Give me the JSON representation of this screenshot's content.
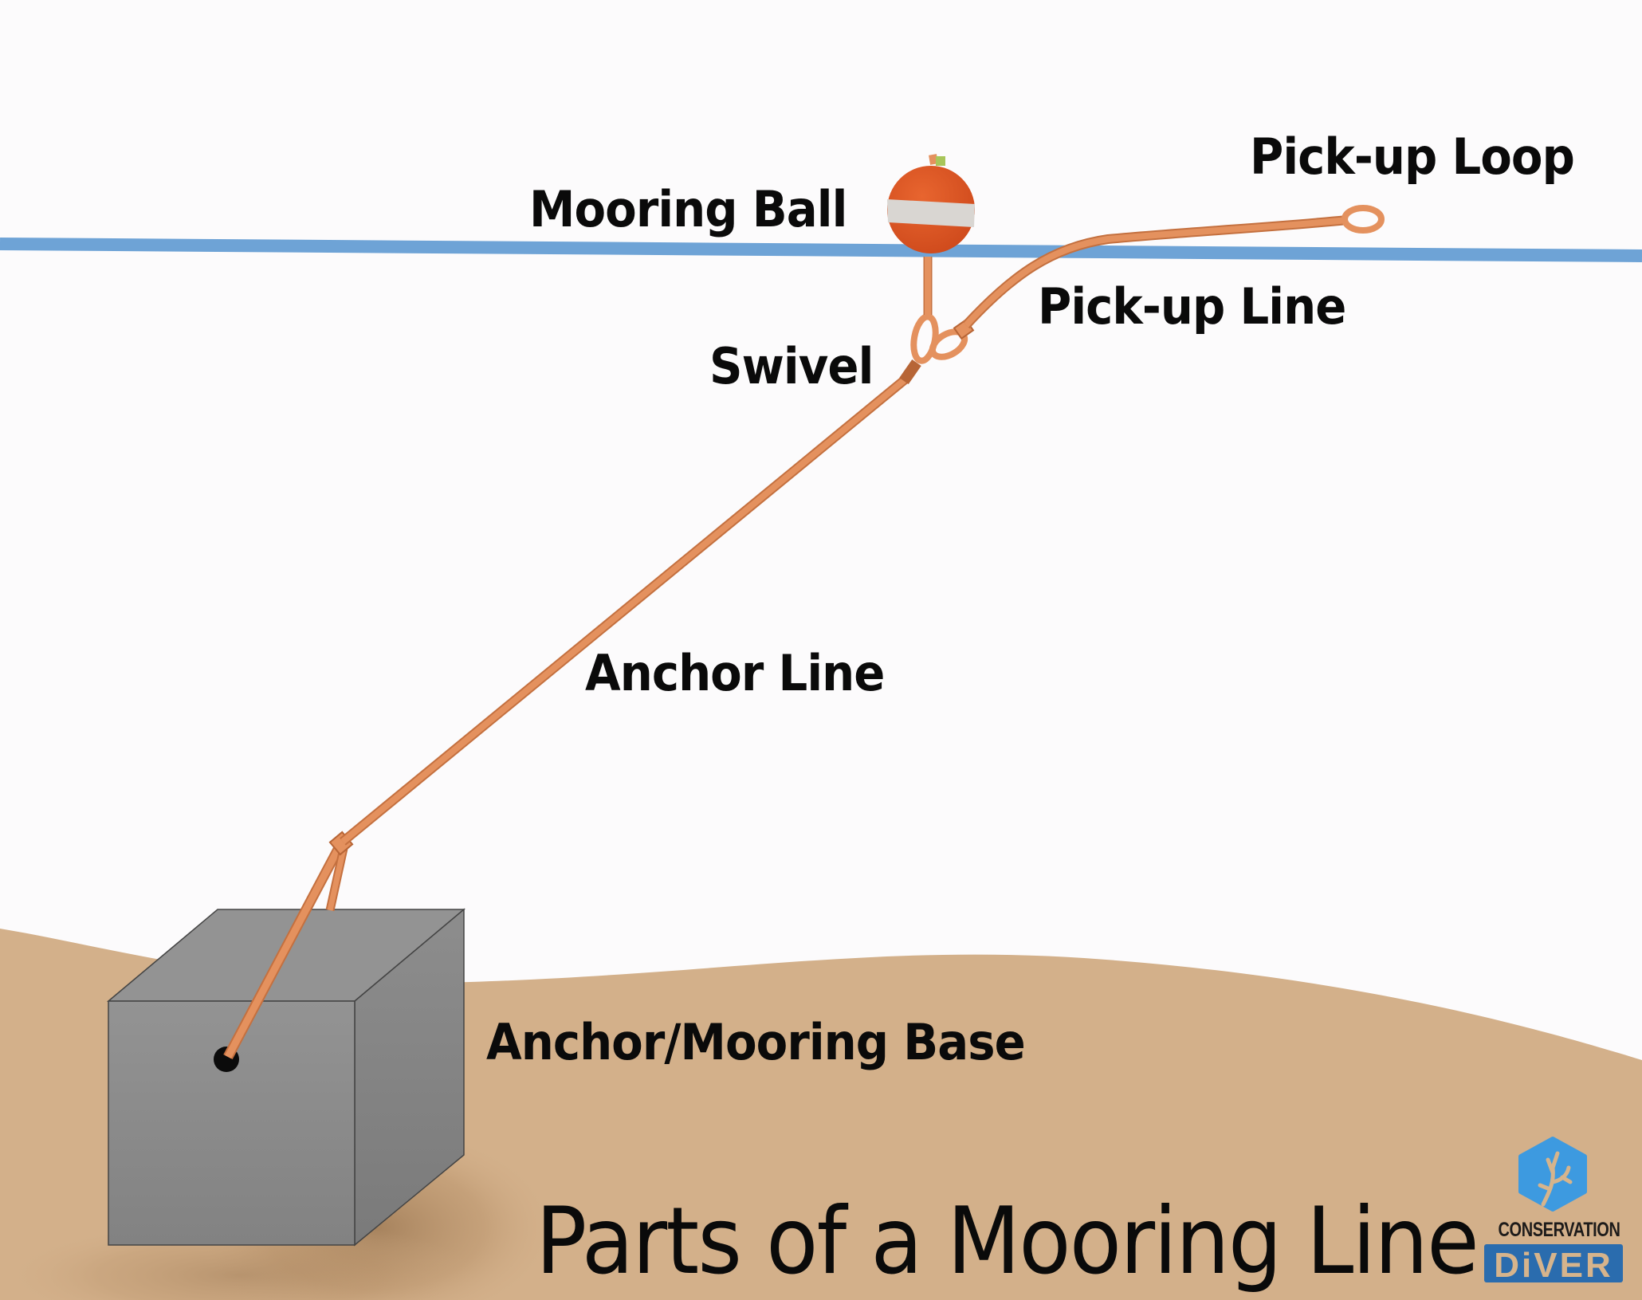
{
  "diagram": {
    "title": "Parts of a Mooring Line",
    "labels": {
      "mooring_ball": "Mooring Ball",
      "pickup_loop": "Pick-up Loop",
      "pickup_line": "Pick-up Line",
      "swivel": "Swivel",
      "anchor_line": "Anchor Line",
      "anchor_base": "Anchor/Mooring Base"
    },
    "colors": {
      "water_surface": "#6ea3d6",
      "background": "#fcfbfc",
      "sand": "#d3b08a",
      "rope": "#e4915e",
      "buoy": "#de5726",
      "buoy_band": "#d9d6d2",
      "block": "#8e8e8e",
      "logo_blue": "#3d9ae0",
      "logo_dark_blue": "#2a6cae"
    }
  },
  "logo": {
    "icon": "coral-hexagon-icon",
    "line1": "CONSERVATION",
    "line2": "DiVER"
  }
}
